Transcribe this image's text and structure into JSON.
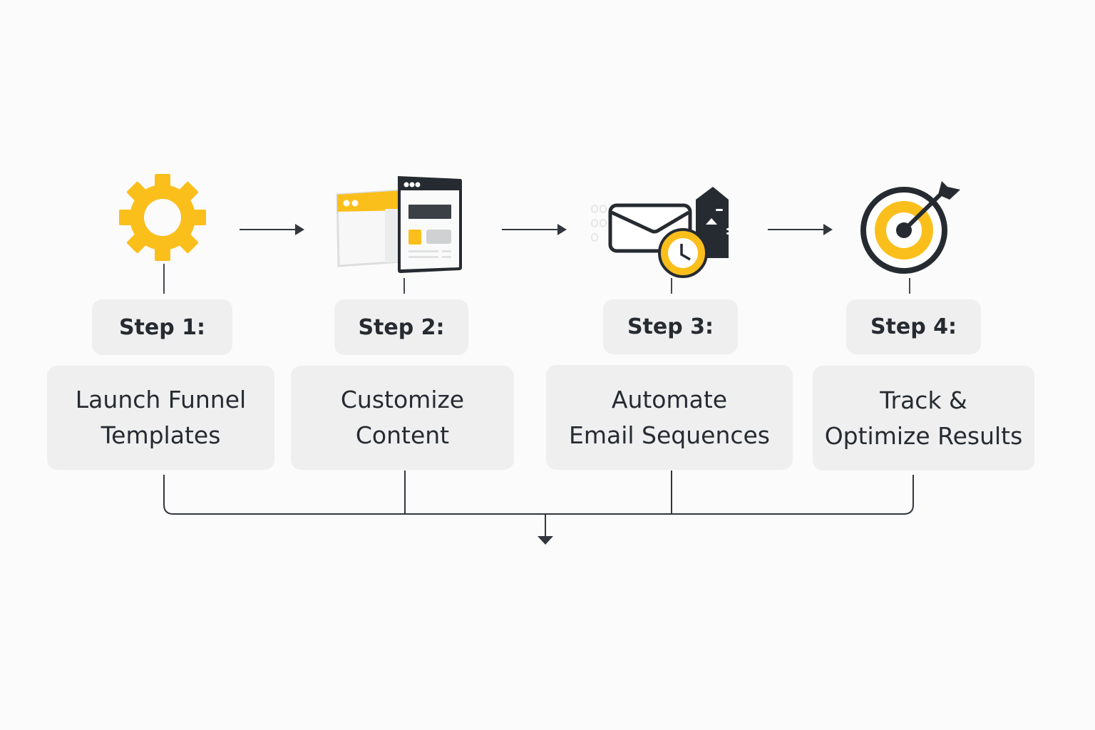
{
  "colors": {
    "accent": "#fbbf1c",
    "dark": "#262b31",
    "box": "#efeff0",
    "background": "#fbfbfb"
  },
  "steps": [
    {
      "label": "Step 1:",
      "lines": [
        "Launch Funnel",
        "Templates"
      ],
      "icon": "gear-icon"
    },
    {
      "label": "Step 2:",
      "lines": [
        "Customize",
        "Content"
      ],
      "icon": "browser-windows-icon"
    },
    {
      "label": "Step 3:",
      "lines": [
        "Automate",
        "Email Sequences"
      ],
      "icon": "email-clock-icon"
    },
    {
      "label": "Step 4:",
      "lines": [
        "Track &",
        "Optimize Results"
      ],
      "icon": "target-arrow-icon"
    }
  ]
}
